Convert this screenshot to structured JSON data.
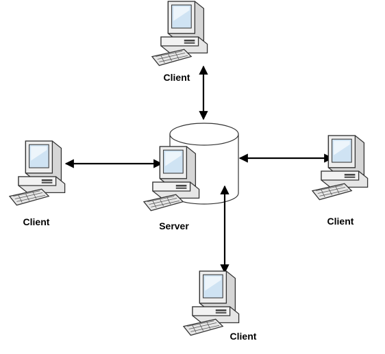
{
  "nodes": {
    "server": {
      "label": "Server"
    },
    "client_top": {
      "label": "Client"
    },
    "client_left": {
      "label": "Client"
    },
    "client_right": {
      "label": "Client"
    },
    "client_bottom": {
      "label": "Client"
    }
  },
  "colors": {
    "arrow": "#000000",
    "monitor_body": "#e6e6e6",
    "screen": "#cfe3f3",
    "outline": "#333333"
  }
}
